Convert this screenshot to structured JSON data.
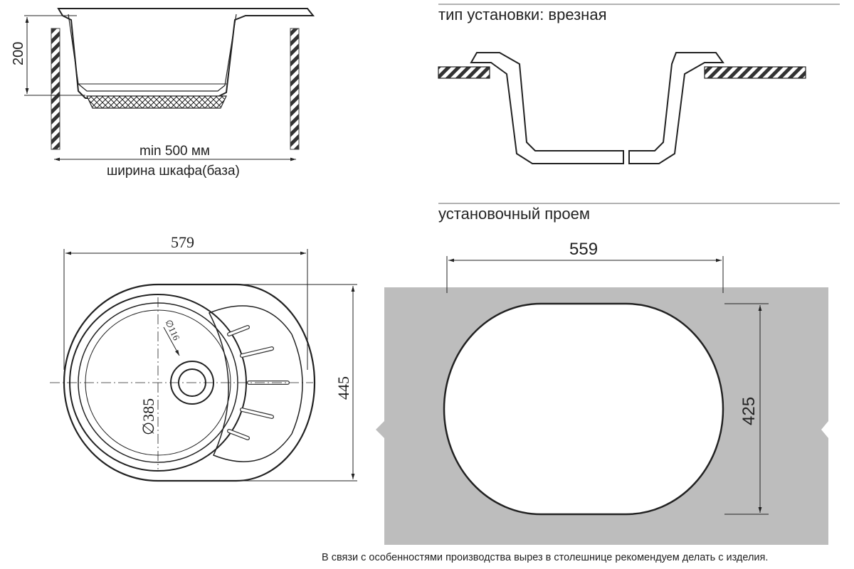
{
  "side_view": {
    "depth": "200",
    "min_width": "min 500 мм",
    "cabinet_label": "ширина шкафа(база)"
  },
  "mounting": {
    "label": "тип установки: врезная"
  },
  "top_view": {
    "width": "579",
    "height": "445",
    "bowl_diameter": "∅385",
    "drain_diameter": "∅116"
  },
  "cutout": {
    "label": "установочный проем",
    "width": "559",
    "height": "425"
  },
  "footnote": "В связи с особенностями производства вырез в столешнице рекомендуем делать с изделия."
}
